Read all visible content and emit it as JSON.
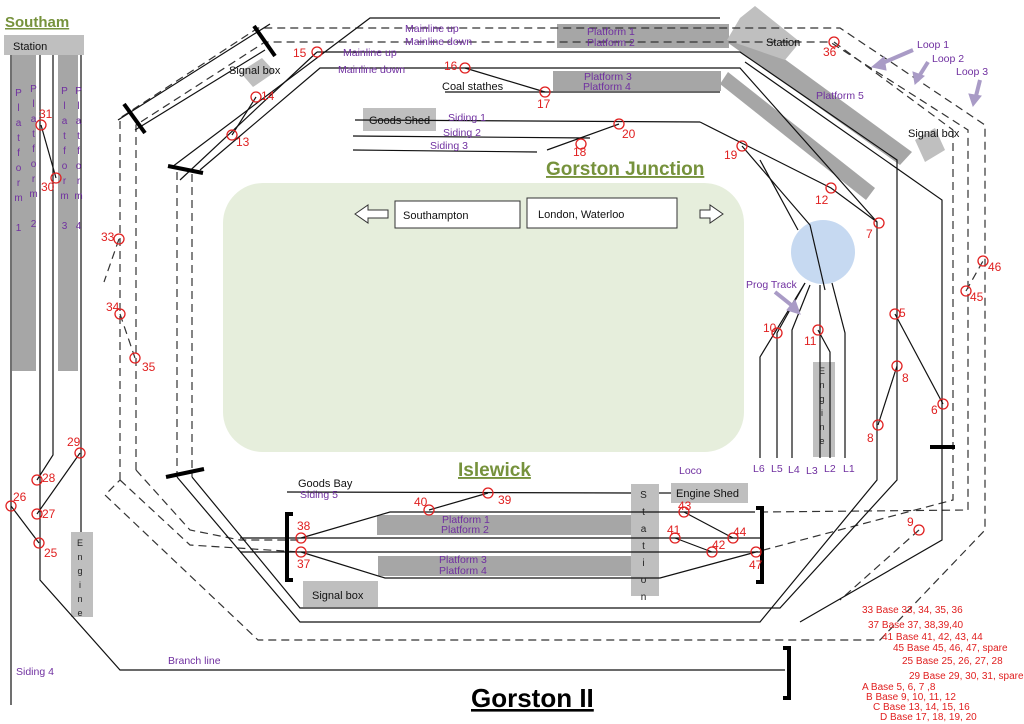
{
  "titles": {
    "southam": "Southam",
    "gorston_junction": "Gorston Junction",
    "islewick": "Islewick",
    "layout": "Gorston II"
  },
  "southam": {
    "station": "Station",
    "platforms": [
      "Platform 1",
      "Platform 2",
      "Platform 3",
      "Platform 4"
    ],
    "engine": "Engine",
    "siding": "Siding 4",
    "branch": "Branch line"
  },
  "junction": {
    "station": "Station",
    "platform_12": [
      "Platform 1",
      "Platform 2"
    ],
    "platform_34": [
      "Platform 3",
      "Platform 4"
    ],
    "platform_5": "Platform 5",
    "mainline_up": "Mainline up",
    "mainline_down": "Mainline down",
    "coal": "Coal stathes",
    "goods_shed": "Goods Shed",
    "sidings": [
      "Siding 1",
      "Siding 2",
      "Siding 3"
    ],
    "signal_box_left": "Signal box",
    "signal_box_right": "Signal box",
    "loops": [
      "Loop 1",
      "Loop 2",
      "Loop 3"
    ],
    "prog_track": "Prog Track",
    "engine": "Engine",
    "loco_roads": [
      "L6",
      "L5",
      "L4",
      "L3",
      "L2",
      "L1"
    ]
  },
  "destinations": {
    "left": "Southampton",
    "right": "London,  Waterloo"
  },
  "islewick": {
    "goods_bay": "Goods Bay",
    "siding": "Siding 5",
    "loco": "Loco",
    "engine_shed": "Engine Shed",
    "station": "Station",
    "platform_12": [
      "Platform 1",
      "Platform 2"
    ],
    "platform_34": [
      "Platform 3",
      "Platform 4"
    ],
    "signal_box": "Signal  box"
  },
  "points": [
    "15",
    "16",
    "17",
    "18",
    "20",
    "19",
    "12",
    "7",
    "14",
    "13",
    "31",
    "30",
    "33",
    "34",
    "35",
    "5",
    "8",
    "8",
    "6",
    "10",
    "11",
    "45",
    "46",
    "9",
    "29",
    "28",
    "26",
    "27",
    "25",
    "38",
    "37",
    "40",
    "39",
    "43",
    "44",
    "41",
    "42",
    "47",
    "36"
  ],
  "bases": [
    "33 Base 33, 34, 35, 36",
    "37 Base 37, 38,39,40",
    "41 Base 41, 42, 43, 44",
    "45 Base 45, 46, 47, spare",
    "25 Base  25, 26, 27, 28",
    "29 Base  29, 30, 31, spare",
    "A Base 5, 6, 7 ,8",
    "B Base 9, 10, 11, 12",
    "C Base 13, 14, 15, 16",
    "D Base 17, 18, 19, 20"
  ],
  "colors": {
    "title_green": "#76923c",
    "label_purple": "#7030a0",
    "point_red": "#e02020",
    "scenery": "#e6eedc",
    "turntable": "#c6d9f1"
  }
}
